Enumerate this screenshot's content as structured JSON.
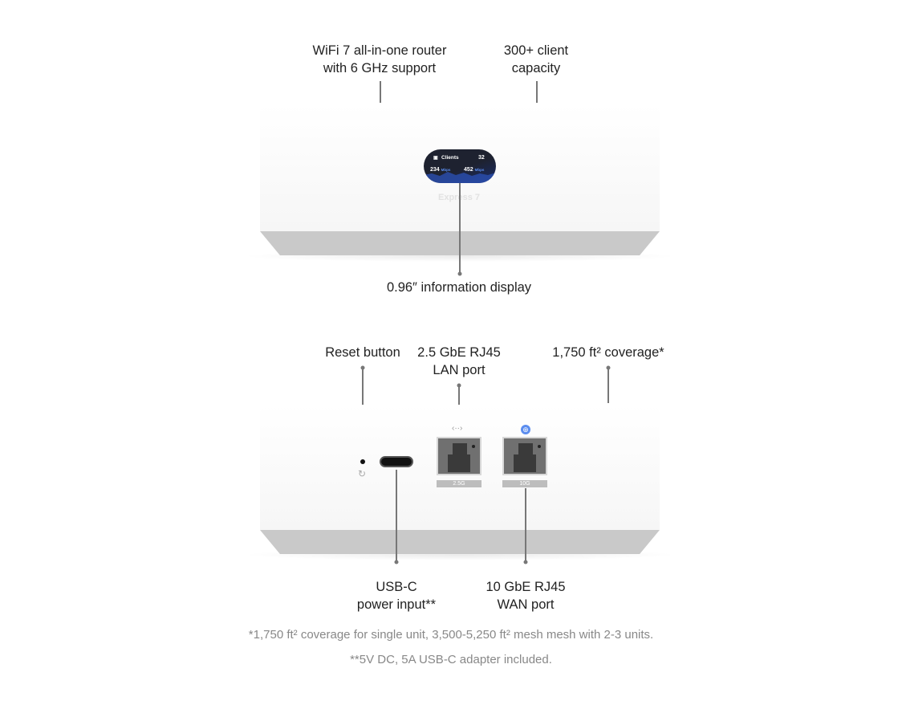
{
  "top_view": {
    "callouts": {
      "router": [
        "WiFi 7 all-in-one router",
        "with 6 GHz support"
      ],
      "capacity": [
        "300+ client",
        "capacity"
      ],
      "display": "0.96″ information display"
    },
    "screen": {
      "title": "Clients",
      "clients": "32",
      "down": "234",
      "up": "452",
      "unit": "Mbps"
    },
    "model_label": "Express 7"
  },
  "rear_view": {
    "callouts": {
      "reset": "Reset button",
      "lan": [
        "2.5 GbE RJ45",
        "LAN port"
      ],
      "coverage": "1,750 ft² coverage*",
      "usb": [
        "USB-C",
        "power input**"
      ],
      "wan": [
        "10 GbE RJ45",
        "WAN port"
      ]
    },
    "port_labels": {
      "lan": "2.5G",
      "wan": "10G"
    },
    "icons": {
      "reset": "reset-icon",
      "lan": "arrows-icon",
      "wan": "globe-icon"
    },
    "wan_icon_color": "#5b8def"
  },
  "footnotes": [
    "*1,750 ft² coverage for single unit, 3,500-5,250 ft² mesh mesh with 2-3 units.",
    "**5V DC, 5A USB-C adapter included."
  ]
}
